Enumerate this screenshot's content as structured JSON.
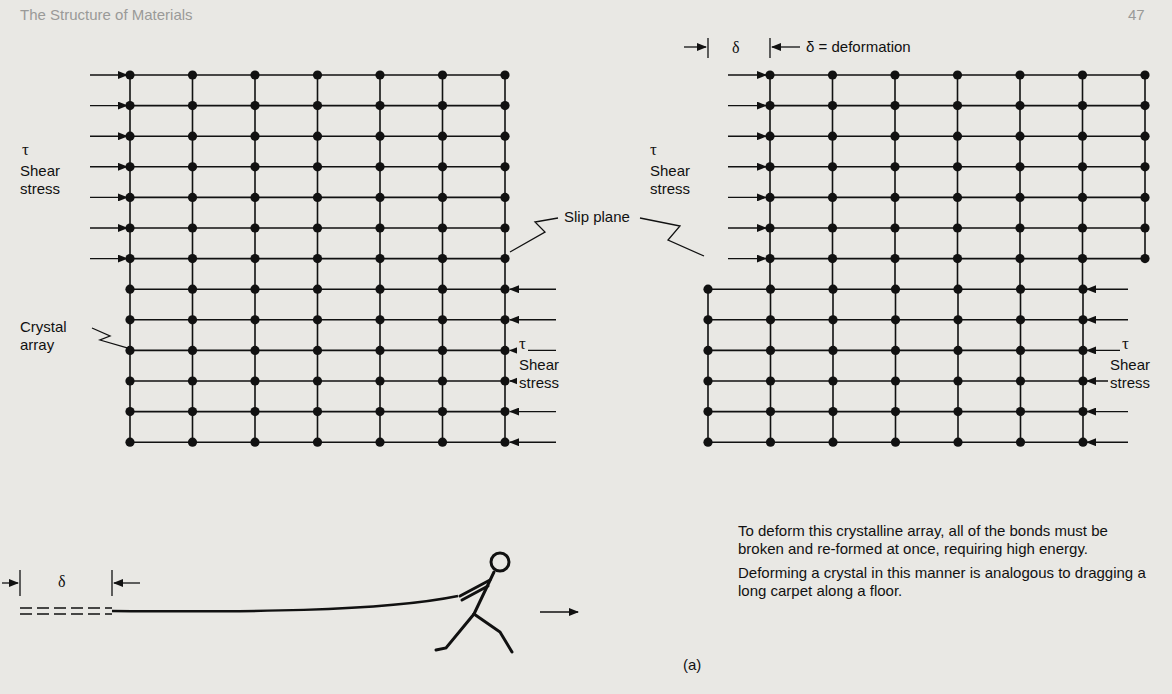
{
  "diagram": {
    "labels": [
      "The Structure of Materials",
      "47",
      "τ",
      "Shear stress",
      "Slip plane",
      "Crystal array",
      "τ",
      "Shear stress",
      "δ",
      "δ",
      "δ = deformation",
      "τ",
      "Shear stress",
      "τ",
      "Shear stress",
      "To deform this crystalline array, all of the bonds must be broken and re-formed at once, requiring high energy.",
      "Deforming a crystal in this manner is analogous to dragging a long carpet along a floor.",
      "(a)"
    ]
  }
}
